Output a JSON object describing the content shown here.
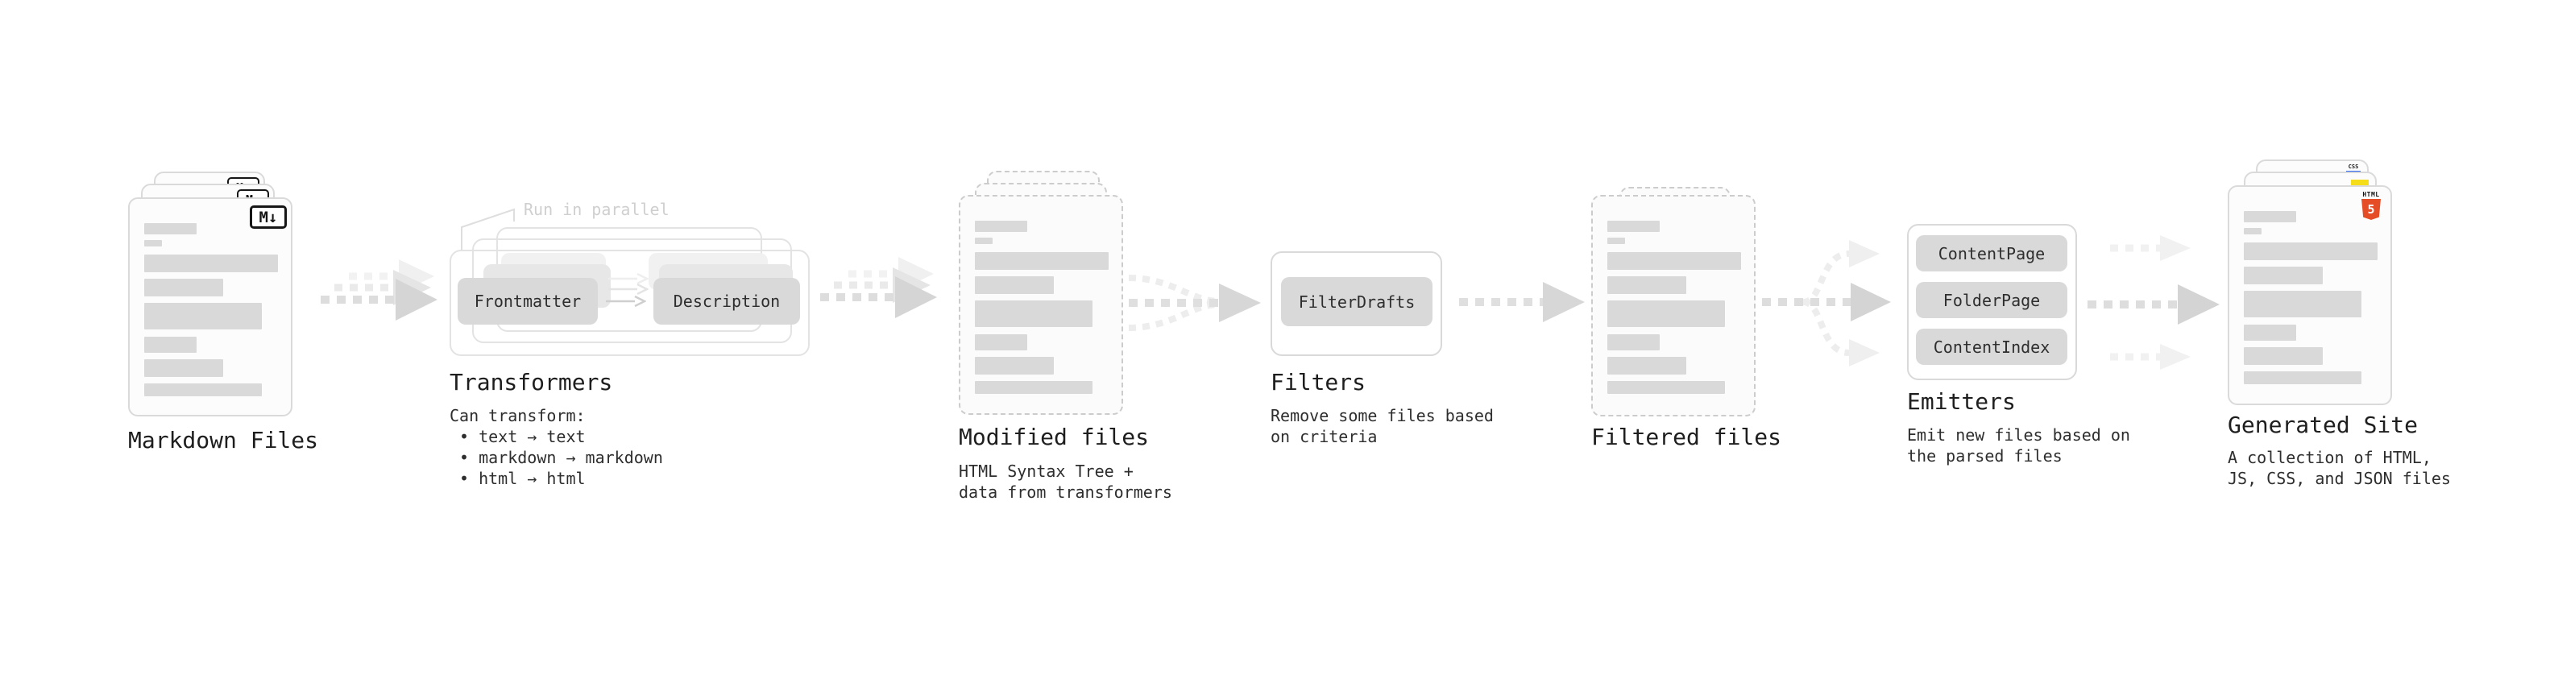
{
  "markdown": {
    "label": "Markdown Files",
    "icon": "M↓"
  },
  "transformers": {
    "annotation": "Run in parallel",
    "chip_left": "Frontmatter",
    "chip_right": "Description",
    "title": "Transformers",
    "desc_heading": "Can transform:",
    "bullets": [
      "• text → text",
      "• markdown → markdown",
      "• html → html"
    ]
  },
  "modified": {
    "title": "Modified files",
    "desc": [
      "HTML Syntax Tree +",
      "data from transformers"
    ]
  },
  "filters": {
    "chip": "FilterDrafts",
    "title": "Filters",
    "desc": [
      "Remove some files based",
      "on criteria"
    ]
  },
  "filtered": {
    "title": "Filtered files"
  },
  "emitters": {
    "chips": [
      "ContentPage",
      "FolderPage",
      "ContentIndex"
    ],
    "title": "Emitters",
    "desc": [
      "Emit new files based on",
      "the parsed files"
    ]
  },
  "generated": {
    "title": "Generated Site",
    "desc": [
      "A collection of HTML,",
      "JS, CSS, and JSON files"
    ],
    "html_badge": {
      "word": "HTML",
      "number": "5"
    },
    "css_badge": {
      "word": "CSS"
    }
  },
  "colors": {
    "html5_orange": "#e44d26",
    "js_yellow": "#f5de19",
    "css_blue": "#2c65f1",
    "chip_gray": "#d9d9d9",
    "skeleton_gray": "#d9d9d9",
    "arrow_gray": "#d5d5d5",
    "title_text": "#1e1e1e",
    "body_text": "#2e2e2e",
    "muted_annotation": "#cfcfcf"
  }
}
